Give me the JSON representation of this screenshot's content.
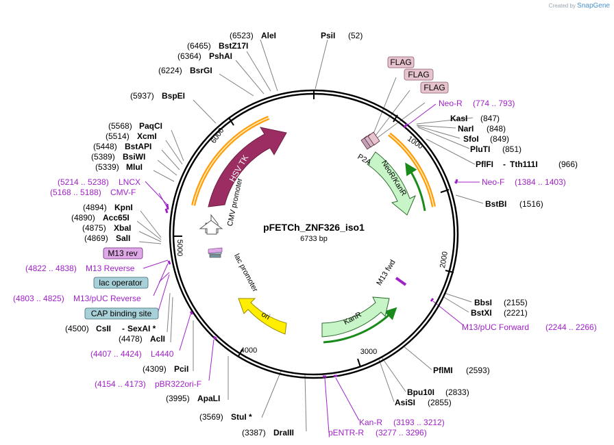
{
  "watermark": {
    "prefix": "Created by",
    "product": "SnapGene"
  },
  "plasmid": {
    "name": "pFETCh_ZNF326_iso1",
    "size": "6733 bp",
    "length": 6733
  },
  "ticks": [
    "1000",
    "2000",
    "3000",
    "4000",
    "5000",
    "6000"
  ],
  "colors": {
    "backbone": "#000000",
    "site_line": "#808080",
    "primer": "#a020c8",
    "hsv_tk": "#9b2d62",
    "neo_kan": "#c8f5c8",
    "ori": "#ffee00",
    "promoter": "#ffffff",
    "tag": "#e6c3cd",
    "operator_box": "#a8d0d8",
    "m13rev_box": "#dfa8e6",
    "orf_orange": "#ff9900",
    "orf_green": "#1a8a1a"
  },
  "features": [
    {
      "label": "HSV TK",
      "type": "gene",
      "color": "#9b2d62"
    },
    {
      "label": "NeoR/KanR",
      "type": "gene",
      "color": "#c8f5c8"
    },
    {
      "label": "KanR",
      "type": "gene",
      "color": "#c8f5c8"
    },
    {
      "label": "ori",
      "type": "origin",
      "color": "#ffee00"
    },
    {
      "label": "CMV promoter",
      "type": "promoter",
      "color": "#ffffff"
    },
    {
      "label": "lac promoter",
      "type": "promoter",
      "color": "#ffffff"
    },
    {
      "label": "P2A",
      "type": "misc"
    },
    {
      "label": "M13 fwd",
      "type": "primer_bind"
    }
  ],
  "tag_boxes": [
    {
      "label": "FLAG"
    },
    {
      "label": "FLAG"
    },
    {
      "label": "FLAG"
    },
    {
      "label": "M13 rev"
    },
    {
      "label": "lac operator"
    },
    {
      "label": "CAP binding site"
    }
  ],
  "sites": [
    {
      "name": "AleI",
      "pos": "(6523)"
    },
    {
      "name": "PsiI",
      "pos": "(52)"
    },
    {
      "name": "BstZ17I",
      "pos": "(6465)"
    },
    {
      "name": "PshAI",
      "pos": "(6364)"
    },
    {
      "name": "BsrGI",
      "pos": "(6224)"
    },
    {
      "name": "BspEI",
      "pos": "(5937)"
    },
    {
      "name": "PaqCI",
      "pos": "(5568)"
    },
    {
      "name": "XcmI",
      "pos": "(5514)"
    },
    {
      "name": "BstAPI",
      "pos": "(5448)"
    },
    {
      "name": "BsiWI",
      "pos": "(5389)"
    },
    {
      "name": "MluI",
      "pos": "(5339)"
    },
    {
      "name": "KpnI",
      "pos": "(4894)"
    },
    {
      "name": "Acc65I",
      "pos": "(4890)"
    },
    {
      "name": "XbaI",
      "pos": "(4875)"
    },
    {
      "name": "SalI",
      "pos": "(4869)"
    },
    {
      "name": "CsII",
      "pos": "(4500)",
      "extra": "SexAI *"
    },
    {
      "name": "AclI",
      "pos": "(4478)"
    },
    {
      "name": "PciI",
      "pos": "(4309)"
    },
    {
      "name": "ApaLI",
      "pos": "(3995)"
    },
    {
      "name": "StuI *",
      "pos": "(3569)"
    },
    {
      "name": "DraIII",
      "pos": "(3387)"
    },
    {
      "name": "KasI",
      "pos": "(847)"
    },
    {
      "name": "NarI",
      "pos": "(848)"
    },
    {
      "name": "SfoI",
      "pos": "(849)"
    },
    {
      "name": "PluTI",
      "pos": "(851)"
    },
    {
      "name": "PflFI",
      "pos": "",
      "extra": "Tth111I",
      "pos2": "(966)"
    },
    {
      "name": "BstBI",
      "pos": "(1516)"
    },
    {
      "name": "BbsI",
      "pos": "(2155)"
    },
    {
      "name": "BstXI",
      "pos": "(2221)"
    },
    {
      "name": "PflMI",
      "pos": "(2593)"
    },
    {
      "name": "Bpu10I",
      "pos": "(2833)"
    },
    {
      "name": "AsiSI",
      "pos": "(2855)"
    }
  ],
  "primers": [
    {
      "name": "Neo-R",
      "range": "(774 .. 793)"
    },
    {
      "name": "Neo-F",
      "range": "(1384 .. 1403)"
    },
    {
      "name": "M13/pUC Forward",
      "range": "(2244 .. 2266)"
    },
    {
      "name": "Kan-R",
      "range": "(3193 .. 3212)"
    },
    {
      "name": "pENTR-R",
      "range": "(3277 .. 3296)"
    },
    {
      "name": "pBR322ori-F",
      "range": "(4154 .. 4173)"
    },
    {
      "name": "L4440",
      "range": "(4407 .. 4424)"
    },
    {
      "name": "M13/pUC Reverse",
      "range": "(4803 .. 4825)"
    },
    {
      "name": "M13 Reverse",
      "range": "(4822 .. 4838)"
    },
    {
      "name": "CMV-F",
      "range": "(5168 .. 5188)"
    },
    {
      "name": "LNCX",
      "range": "(5214 .. 5238)"
    }
  ]
}
